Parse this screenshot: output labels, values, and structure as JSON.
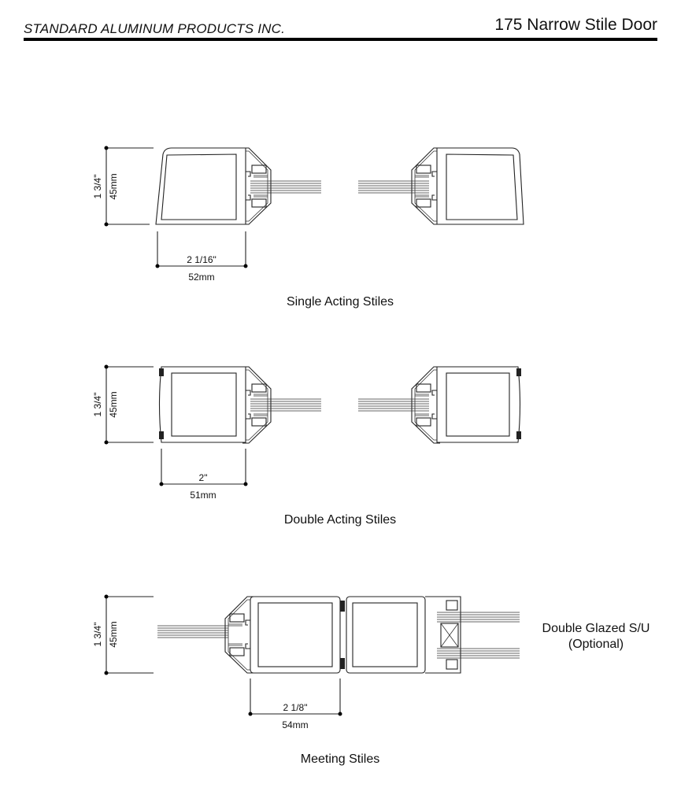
{
  "header": {
    "company": "STANDARD ALUMINUM PRODUCTS INC.",
    "document_title": "175 Narrow Stile Door"
  },
  "sections": [
    {
      "caption": "Single Acting Stiles",
      "height_in": "1 3/4\"",
      "height_mm": "45mm",
      "width_in": "2 1/16\"",
      "width_mm": "52mm"
    },
    {
      "caption": "Double Acting Stiles",
      "height_in": "1 3/4\"",
      "height_mm": "45mm",
      "width_in": "2\"",
      "width_mm": "51mm"
    },
    {
      "caption": "Meeting Stiles",
      "height_in": "1 3/4\"",
      "height_mm": "45mm",
      "width_in": "2 1/8\"",
      "width_mm": "54mm",
      "note_line1": "Double Glazed S/U",
      "note_line2": "(Optional)"
    }
  ]
}
